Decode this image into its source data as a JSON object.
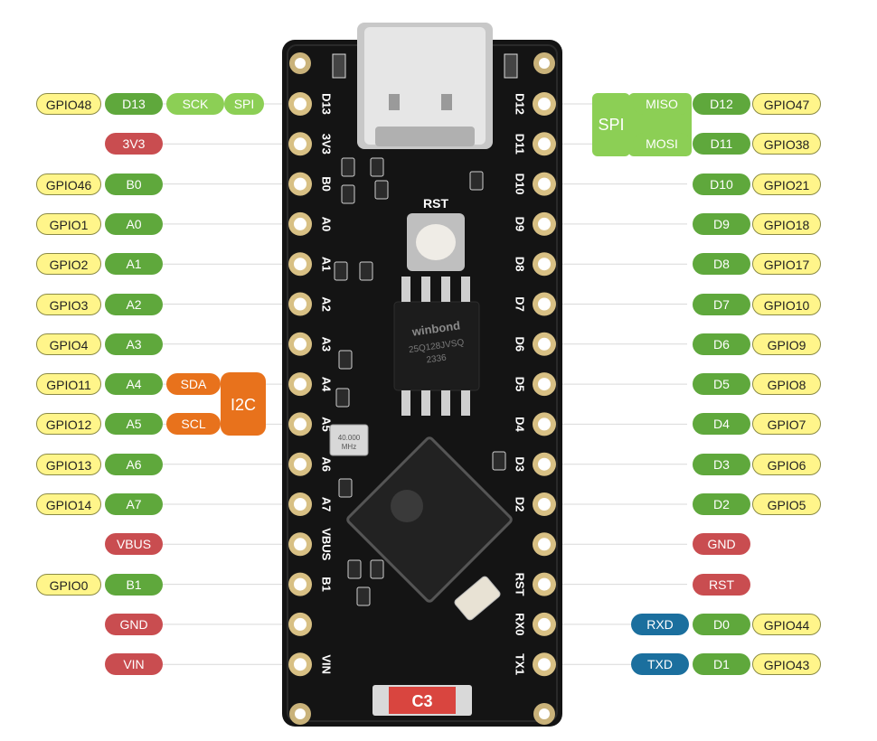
{
  "board": {
    "usb_label": "",
    "rst_label": "RST",
    "flash_brand": "winbond",
    "flash_part": "25Q128JVSQ",
    "flash_code": "2336",
    "crystal_label": "40.000\nMHz",
    "logo_label": "C3"
  },
  "left_header": [
    "D13",
    "3V3",
    "B0",
    "A0",
    "A1",
    "A2",
    "A3",
    "A4",
    "A5",
    "A6",
    "A7",
    "VBUS",
    "B1",
    "",
    "VIN"
  ],
  "right_header": [
    "D12",
    "D11",
    "D10",
    "D9",
    "D8",
    "D7",
    "D6",
    "D5",
    "D4",
    "D3",
    "D2",
    "",
    "RST",
    "RX0",
    "TX1"
  ],
  "left_rows": [
    {
      "gpio": "GPIO48",
      "d": "D13",
      "extra": "SCK",
      "extra2": "SPI"
    },
    {
      "pwr": "3V3"
    },
    {
      "gpio": "GPIO46",
      "d": "B0"
    },
    {
      "gpio": "GPIO1",
      "d": "A0"
    },
    {
      "gpio": "GPIO2",
      "d": "A1"
    },
    {
      "gpio": "GPIO3",
      "d": "A2"
    },
    {
      "gpio": "GPIO4",
      "d": "A3"
    },
    {
      "gpio": "GPIO11",
      "d": "A4",
      "extra": "SDA"
    },
    {
      "gpio": "GPIO12",
      "d": "A5",
      "extra": "SCL"
    },
    {
      "gpio": "GPIO13",
      "d": "A6"
    },
    {
      "gpio": "GPIO14",
      "d": "A7"
    },
    {
      "pwr": "VBUS"
    },
    {
      "gpio": "GPIO0",
      "d": "B1"
    },
    {
      "pwr": "GND"
    },
    {
      "pwr": "VIN"
    }
  ],
  "right_rows": [
    {
      "extra": "MISO",
      "d": "D12",
      "gpio": "GPIO47"
    },
    {
      "extra": "MOSI",
      "d": "D11",
      "gpio": "GPIO38"
    },
    {
      "d": "D10",
      "gpio": "GPIO21"
    },
    {
      "d": "D9",
      "gpio": "GPIO18"
    },
    {
      "d": "D8",
      "gpio": "GPIO17"
    },
    {
      "d": "D7",
      "gpio": "GPIO10"
    },
    {
      "d": "D6",
      "gpio": "GPIO9"
    },
    {
      "d": "D5",
      "gpio": "GPIO8"
    },
    {
      "d": "D4",
      "gpio": "GPIO7"
    },
    {
      "d": "D3",
      "gpio": "GPIO6"
    },
    {
      "d": "D2",
      "gpio": "GPIO5"
    },
    {
      "pwr": "GND"
    },
    {
      "pwr": "RST"
    },
    {
      "uart": "RXD",
      "d": "D0",
      "gpio": "GPIO44"
    },
    {
      "uart": "TXD",
      "d": "D1",
      "gpio": "GPIO43"
    }
  ],
  "groups": {
    "spi_right": "SPI",
    "i2c": "I2C"
  },
  "colors": {
    "gpio": "#fff58a",
    "digital": "#5fa83c",
    "power": "#c94d50",
    "uart": "#1b6f9e",
    "spi": "#8ccf55",
    "i2c": "#e8721c",
    "pcb": "#141414"
  }
}
